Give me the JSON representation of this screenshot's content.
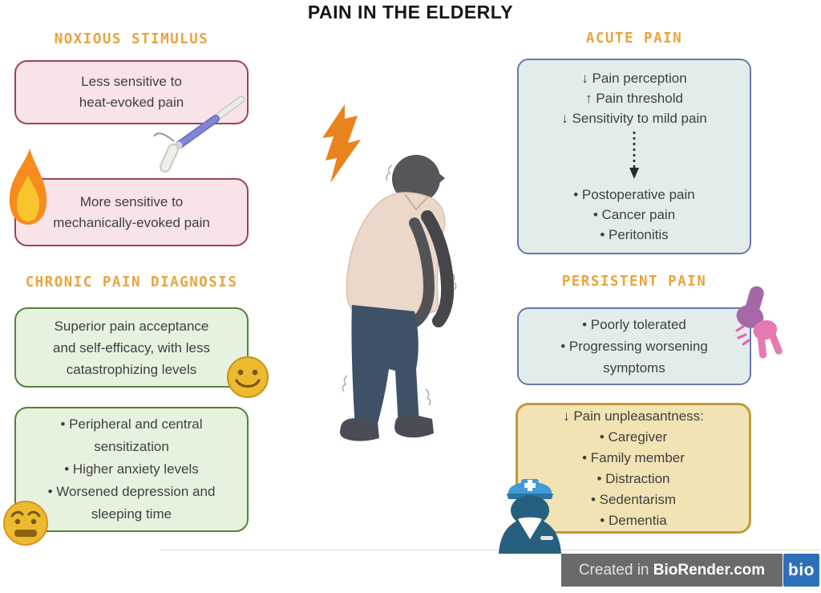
{
  "title": "PAIN IN THE ELDERLY",
  "sections": {
    "noxious": {
      "header": "NOXIOUS STIMULUS",
      "box1_lines": [
        "Less sensitive to",
        "heat-evoked pain"
      ],
      "box2_lines": [
        "More sensitive to",
        "mechanically-evoked pain"
      ]
    },
    "chronic": {
      "header": "CHRONIC PAIN DIAGNOSIS",
      "box1_lines": [
        "Superior pain acceptance",
        "and self-efficacy, with less",
        "catastrophizing levels"
      ],
      "box2_lines": [
        "• Peripheral and central",
        "sensitization",
        "• Higher anxiety levels",
        "• Worsened depression and",
        "sleeping time"
      ]
    },
    "acute": {
      "header": "ACUTE PAIN",
      "top_lines": [
        "↓ Pain perception",
        "↑ Pain threshold",
        "↓ Sensitivity to mild pain"
      ],
      "bottom_lines": [
        "• Postoperative pain",
        "• Cancer pain",
        "• Peritonitis"
      ]
    },
    "persistent": {
      "header": "PERSISTENT PAIN",
      "box1_lines": [
        "• Poorly tolerated",
        "• Progressing worsening",
        "symptoms"
      ],
      "box2_lines": [
        "↓ Pain unpleasantness:",
        "• Caregiver",
        "• Family member",
        "• Distraction",
        "• Sedentarism",
        "• Dementia"
      ]
    }
  },
  "icons": {
    "flame": "flame",
    "probe_tool": "heat-probe tool",
    "lightning": "lightning bolt",
    "elderly_man": "hunched elderly man walking",
    "smiley": "smiling face emoji",
    "worried": "worried face emoji",
    "dotted_arrow": "dotted down arrow",
    "knee_joint": "painful knee joint",
    "nurse": "nurse caregiver"
  },
  "footer": {
    "prefix": "Created in ",
    "brand": "BioRender.com",
    "logo_text": "bio"
  },
  "colors": {
    "header_orange": "#E9A43C",
    "pink_fill": "#F8E3E9",
    "pink_border": "#A04254",
    "green_fill": "#E6F2DE",
    "green_border": "#55803F",
    "blue_fill": "#E2EDEA",
    "blue_border": "#6A79AC",
    "yellow_fill": "#F1E3B4",
    "yellow_border": "#C09A3E",
    "bolt_orange": "#E8831D",
    "footer_gray": "#6A6A6A",
    "bio_blue": "#2E6FB7"
  }
}
